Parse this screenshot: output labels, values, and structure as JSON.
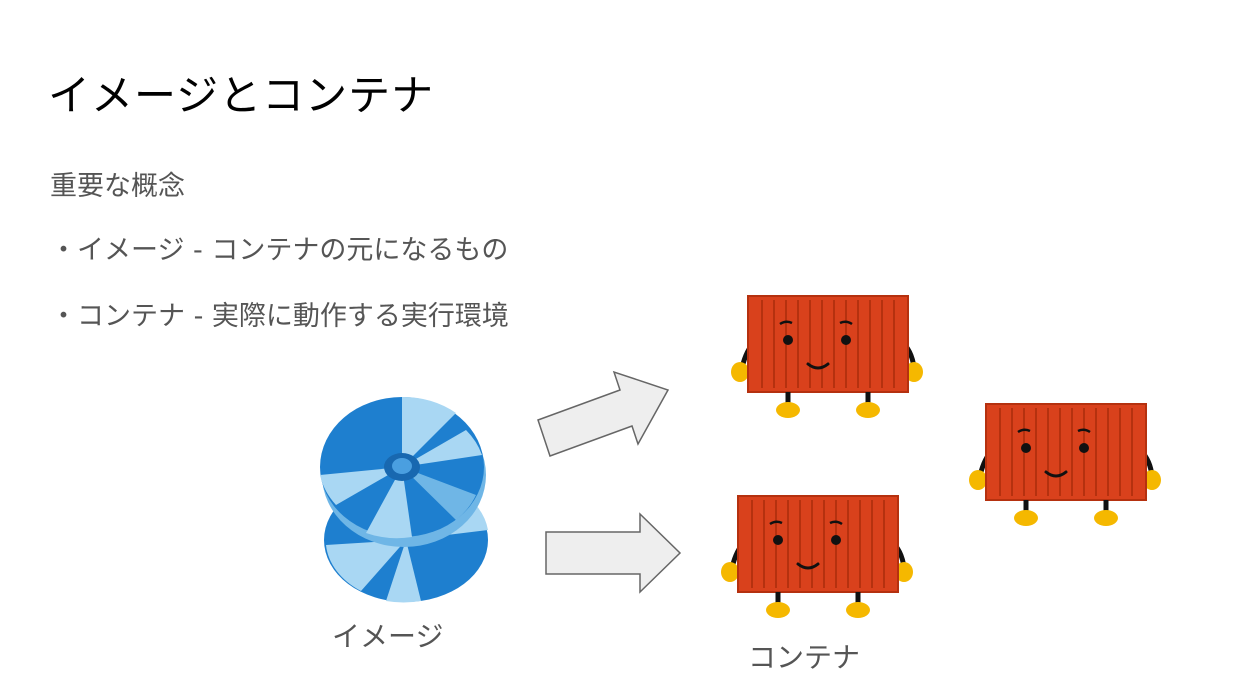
{
  "slide": {
    "title": "イメージとコンテナ",
    "subtitle": "重要な概念",
    "bullets": [
      "・イメージ - コンテナの元になるもの",
      "・コンテナ - 実際に動作する実行環境"
    ],
    "captions": {
      "image": "イメージ",
      "container": "コンテナ"
    }
  },
  "illustrations": {
    "image_icon": "disc-stack-icon",
    "container_icon": "shipping-container-character-icon",
    "arrow_icon": "right-arrow-icon"
  },
  "colors": {
    "disc_dark": "#1e7fcf",
    "disc_light": "#a9d7f3",
    "container_red": "#d9411c",
    "limb": "#111111",
    "hand_yellow": "#f5b800",
    "arrow_fill": "#eeeeee",
    "arrow_stroke": "#666666",
    "text_gray": "#555555"
  }
}
